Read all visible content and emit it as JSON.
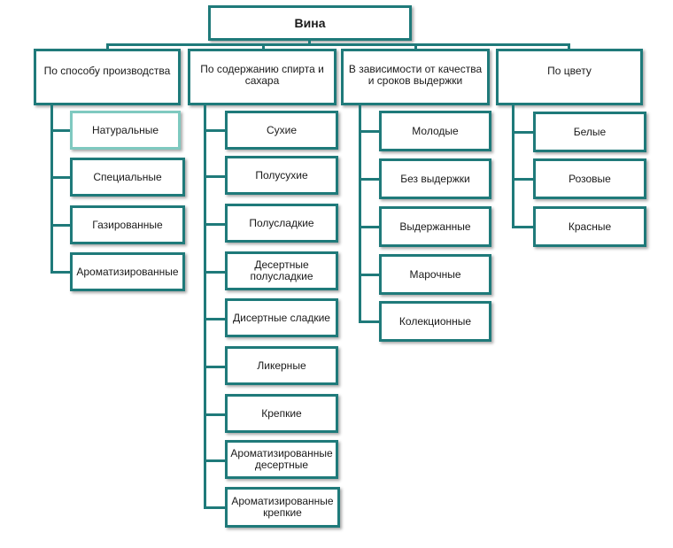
{
  "root": {
    "label": "Вина"
  },
  "categories": [
    {
      "label": "По способу производства",
      "items": [
        "Натуральные",
        "Специальные",
        "Газированные",
        "Ароматизированные"
      ]
    },
    {
      "label": "По содержанию спирта и сахара",
      "items": [
        "Сухие",
        "Полусухие",
        "Полусладкие",
        "Десертные полусладкие",
        "Дисертные сладкие",
        "Ликерные",
        "Крепкие",
        "Ароматизированные десертные",
        "Ароматизированные крепкие"
      ]
    },
    {
      "label": "В зависимости от качества и сроков выдержки",
      "items": [
        "Молодые",
        "Без выдержки",
        "Выдержанные",
        "Марочные",
        "Колекционные"
      ]
    },
    {
      "label": "По цвету",
      "items": [
        "Белые",
        "Розовые",
        "Красные"
      ]
    }
  ],
  "colors": {
    "border": "#1f7a7a",
    "highlight_border": "#7fc9c0"
  }
}
